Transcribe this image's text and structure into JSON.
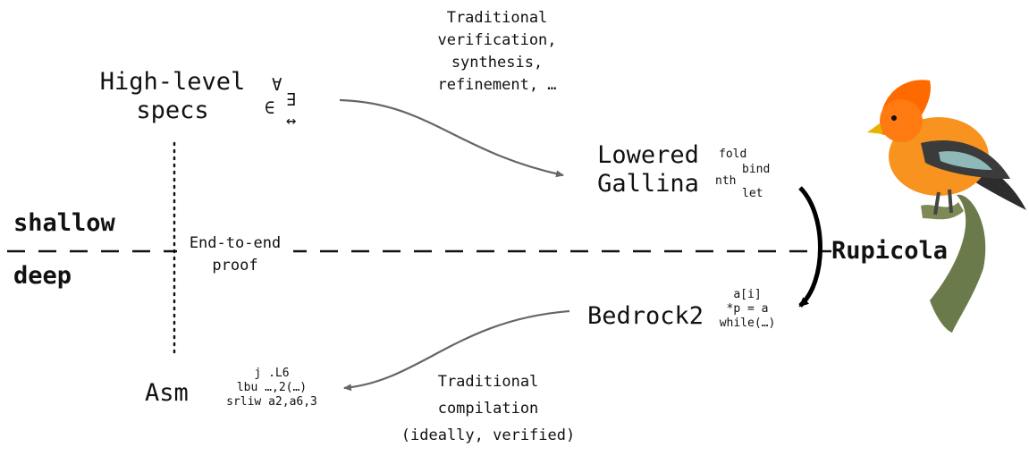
{
  "nodes": {
    "high_level_specs": {
      "line1": "High-level",
      "line2": "specs"
    },
    "lowered_gallina": {
      "line1": "Lowered",
      "line2": "Gallina"
    },
    "bedrock2": {
      "label": "Bedrock2"
    },
    "asm": {
      "label": "Asm"
    },
    "rupicola": {
      "label": "Rupicola"
    }
  },
  "symbols": {
    "specs": {
      "forall": "∀",
      "exists": "∃",
      "in": "∈",
      "iff": "↔"
    },
    "gallina": {
      "fold": "fold",
      "bind": "bind",
      "nth": "nth",
      "let": "let"
    },
    "bedrock": {
      "line1": "a[i]",
      "line2": "*p = a",
      "line3": "while(…)"
    },
    "asm": {
      "line1": "j .L6",
      "line2": "lbu …,2(…)",
      "line3": "srliw a2,a6,3"
    }
  },
  "layers": {
    "shallow": "shallow",
    "deep": "deep"
  },
  "edges": {
    "verification": {
      "line1": "Traditional",
      "line2": "verification,",
      "line3": "synthesis,",
      "line4": "refinement, …"
    },
    "end_to_end": {
      "line1": "End-to-end",
      "line2": "proof"
    },
    "compilation": {
      "line1": "Traditional",
      "line2": "compilation",
      "line3": "(ideally, verified)"
    }
  },
  "colors": {
    "arrow_gray": "#666666",
    "text": "#111111",
    "bird_body": "#f7931e",
    "bird_crest": "#ff6a00",
    "branch": "#6b7a4a"
  },
  "icons": {
    "bird": "cock-of-the-rock-bird-illustration"
  }
}
